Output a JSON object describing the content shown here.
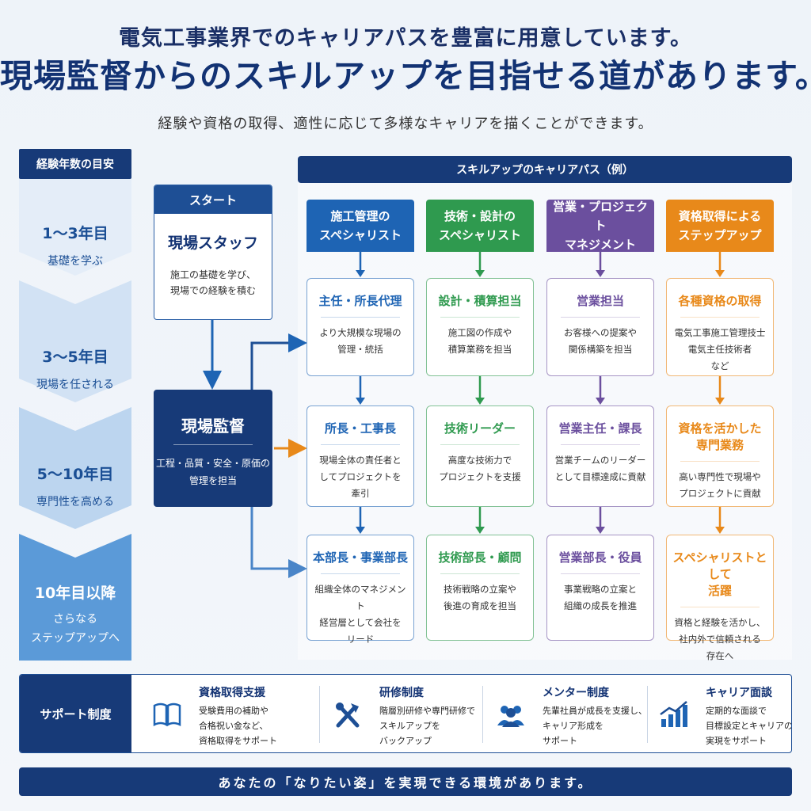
{
  "header": {
    "line1": "電気工事業界でのキャリアパスを豊富に用意しています。",
    "line2": "現場監督からのスキルアップを目指せる道があります。",
    "subtitle": "経験や資格の取得、適性に応じて多様なキャリアを描くことができます。"
  },
  "experience": {
    "heading": "経験年数の目安",
    "bands": [
      {
        "years": "1〜3年目",
        "desc": "基礎を学ぶ"
      },
      {
        "years": "3〜5年目",
        "desc": "現場を任される"
      },
      {
        "years": "5〜10年目",
        "desc": "専門性を高める"
      },
      {
        "years": "10年目以降",
        "desc1": "さらなる",
        "desc2": "ステップアップへ"
      }
    ]
  },
  "path_header": "スキルアップのキャリアパス（例）",
  "start": {
    "label": "スタート",
    "title": "現場スタッフ",
    "desc1": "施工の基礎を学び、",
    "desc2": "現場での経験を積む"
  },
  "kantoku": {
    "title": "現場監督",
    "desc1": "工程・品質・安全・原価の",
    "desc2": "管理を担当"
  },
  "tracks": [
    {
      "head1": "施工管理の",
      "head2": "スペシャリスト",
      "color": "#1e64b4",
      "cards": [
        {
          "title1": "主任・所長代理",
          "title2": "",
          "d1": "より大規模な現場の",
          "d2": "管理・統括",
          "d3": ""
        },
        {
          "title1": "所長・工事長",
          "title2": "",
          "d1": "現場全体の責任者と",
          "d2": "してプロジェクトを",
          "d3": "牽引"
        },
        {
          "title1": "本部長・事業部長",
          "title2": "",
          "d1": "組織全体のマネジメント",
          "d2": "経営層として会社を",
          "d3": "リード"
        }
      ]
    },
    {
      "head1": "技術・設計の",
      "head2": "スペシャリスト",
      "color": "#2f9a4f",
      "cards": [
        {
          "title1": "設計・積算担当",
          "title2": "",
          "d1": "施工図の作成や",
          "d2": "積算業務を担当",
          "d3": ""
        },
        {
          "title1": "技術リーダー",
          "title2": "",
          "d1": "高度な技術力で",
          "d2": "プロジェクトを支援",
          "d3": ""
        },
        {
          "title1": "技術部長・顧問",
          "title2": "",
          "d1": "技術戦略の立案や",
          "d2": "後進の育成を担当",
          "d3": ""
        }
      ]
    },
    {
      "head1": "営業・プロジェクト",
      "head2": "マネジメント",
      "color": "#6b4f9e",
      "cards": [
        {
          "title1": "営業担当",
          "title2": "",
          "d1": "お客様への提案や",
          "d2": "関係構築を担当",
          "d3": ""
        },
        {
          "title1": "営業主任・課長",
          "title2": "",
          "d1": "営業チームのリーダー",
          "d2": "として目標達成に貢献",
          "d3": ""
        },
        {
          "title1": "営業部長・役員",
          "title2": "",
          "d1": "事業戦略の立案と",
          "d2": "組織の成長を推進",
          "d3": ""
        }
      ]
    },
    {
      "head1": "資格取得による",
      "head2": "ステップアップ",
      "color": "#e8891a",
      "cards": [
        {
          "title1": "各種資格の取得",
          "title2": "",
          "d1": "電気工事施工管理技士",
          "d2": "電気主任技術者",
          "d3": "など"
        },
        {
          "title1": "資格を活かした",
          "title2": "専門業務",
          "d1": "高い専門性で現場や",
          "d2": "プロジェクトに貢献",
          "d3": ""
        },
        {
          "title1": "スペシャリストとして",
          "title2": "活躍",
          "d1": "資格と経験を活かし、",
          "d2": "社内外で信頼される",
          "d3": "存在へ"
        }
      ]
    }
  ],
  "support": {
    "label": "サポート制度",
    "items": [
      {
        "icon": "book-icon",
        "title": "資格取得支援",
        "d1": "受験費用の補助や",
        "d2": "合格祝い金など、",
        "d3": "資格取得をサポート"
      },
      {
        "icon": "tools-icon",
        "title": "研修制度",
        "d1": "階層別研修や専門研修で",
        "d2": "スキルアップを",
        "d3": "バックアップ"
      },
      {
        "icon": "mentor-icon",
        "title": "メンター制度",
        "d1": "先輩社員が成長を支援し、",
        "d2": "キャリア形成を",
        "d3": "サポート"
      },
      {
        "icon": "chart-up-icon",
        "title": "キャリア面談",
        "d1": "定期的な面談で",
        "d2": "目標設定とキャリアの",
        "d3": "実現をサポート"
      }
    ]
  },
  "footer": "あなたの「なりたい姿」を実現できる環境があります。"
}
